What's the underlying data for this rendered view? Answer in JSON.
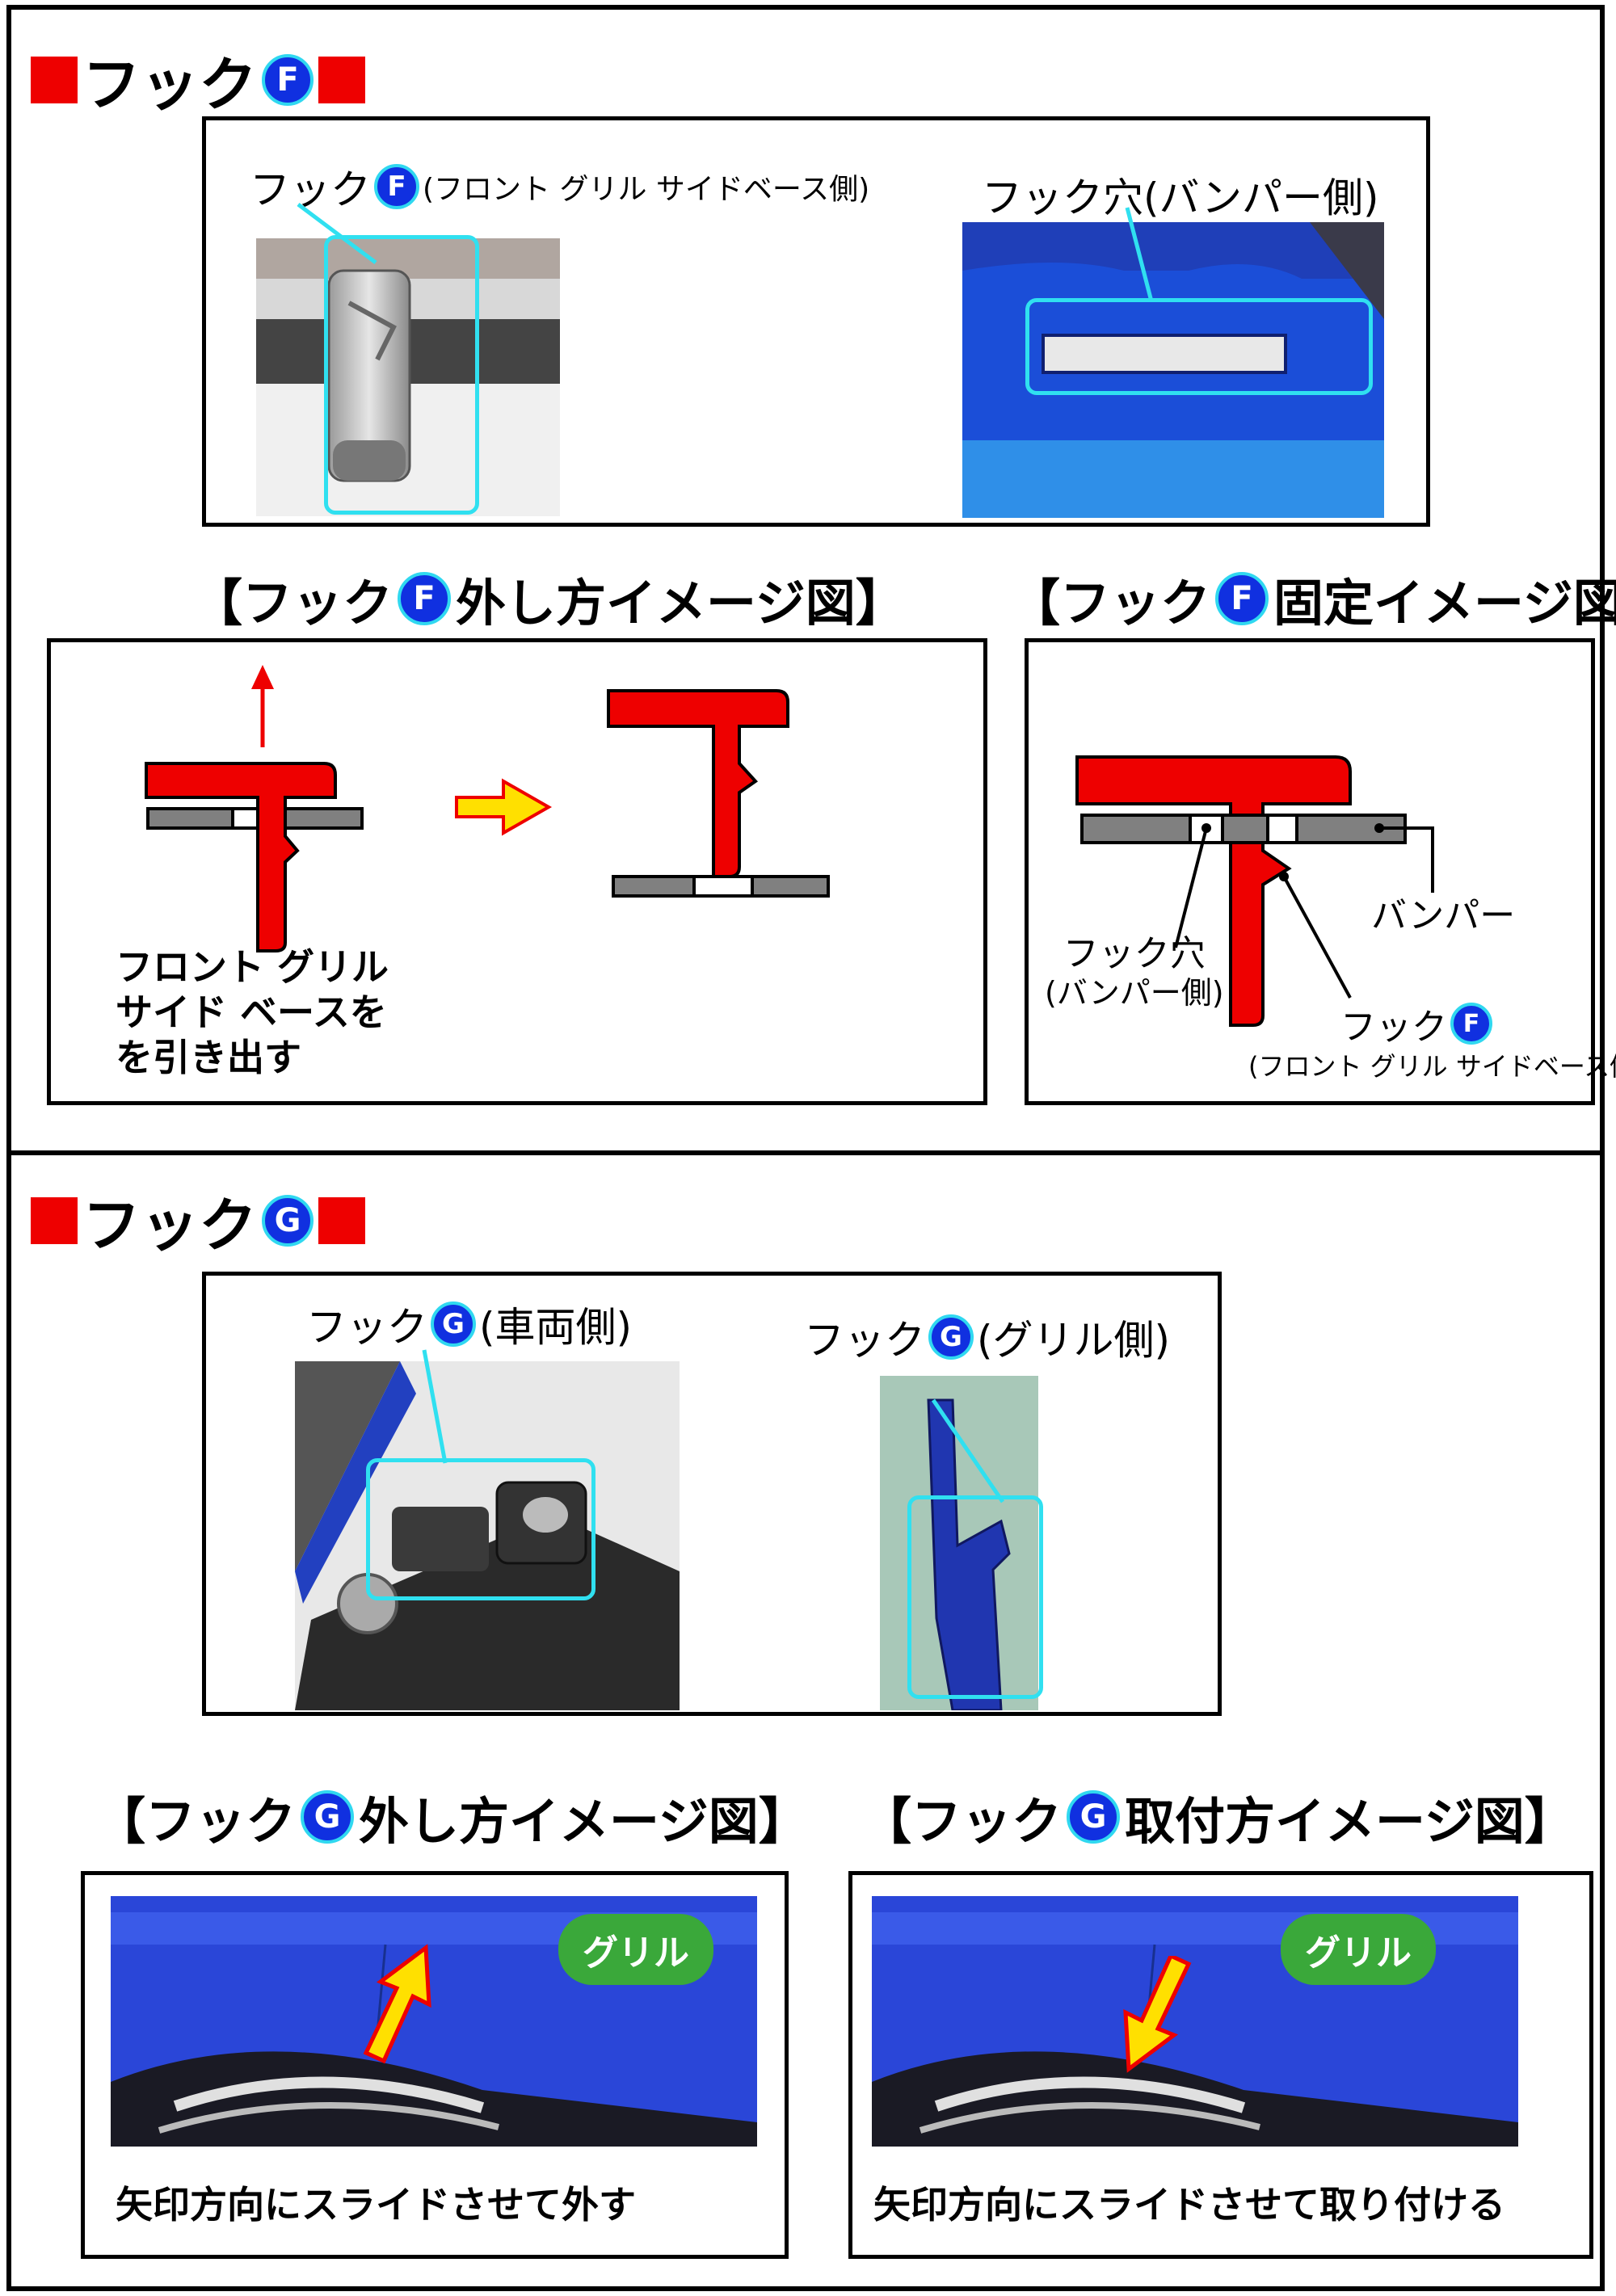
{
  "hook_f": {
    "title": "フック",
    "badge": "F",
    "photo_label_left": "フック",
    "photo_label_left_sub": "(フロント グリル サイドベース側)",
    "photo_label_right": "フック穴(バンパー側)",
    "removal_caption_pre": "【フック",
    "removal_caption_post": "外し方イメージ図】",
    "fixed_caption_pre": "【フック",
    "fixed_caption_post": "固定イメージ図】",
    "removal_text_lines": [
      "フロント グリル",
      "サイド ベースを",
      "を引き出す"
    ],
    "fixed_label_hole": "フック穴",
    "fixed_label_hole_sub": "(バンパー側)",
    "fixed_label_bumper": "バンパー",
    "fixed_label_hook": "フック",
    "fixed_label_hook_sub": "(フロント グリル サイドベース側)"
  },
  "hook_g": {
    "title": "フック",
    "badge": "G",
    "photo_label_left": "フック",
    "photo_label_left_sub": "(車両側)",
    "photo_label_right": "フック",
    "photo_label_right_sub": "(グリル側)",
    "removal_caption_pre": "【フック",
    "removal_caption_post": "外し方イメージ図】",
    "install_caption_pre": "【フック",
    "install_caption_post": "取付方イメージ図】",
    "grill_label": "グリル",
    "removal_text": "矢印方向にスライドさせて外す",
    "install_text": "矢印方向にスライドさせて取り付ける"
  },
  "colors": {
    "red": "#ee0000",
    "badge_blue": "#1030e0",
    "cyan": "#30e0f0",
    "yellow": "#ffe000",
    "gray": "#808080"
  }
}
